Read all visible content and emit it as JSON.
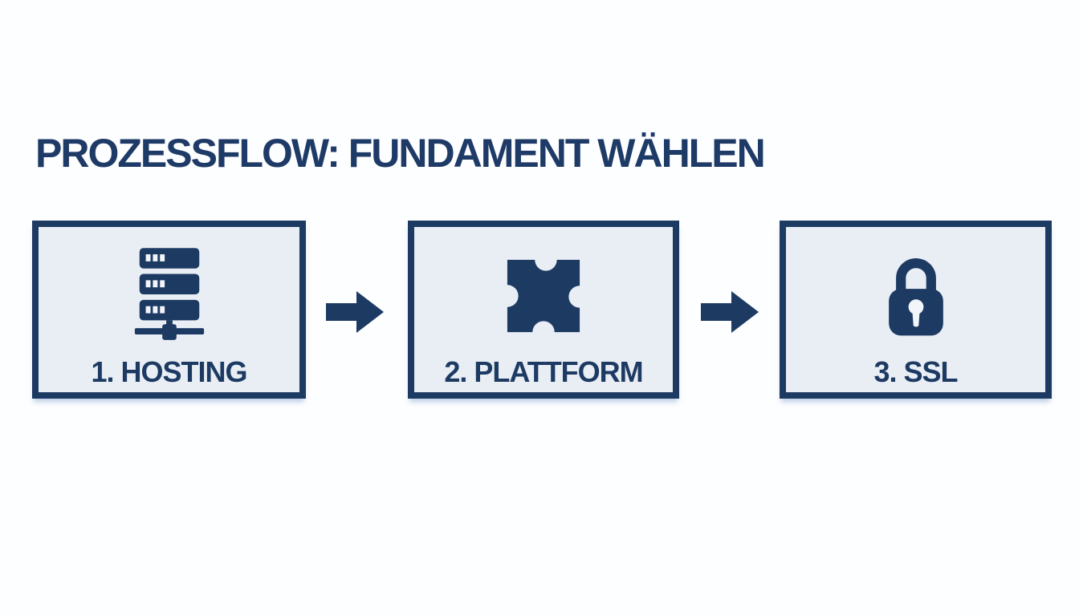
{
  "title": "PROZESSFLOW: FUNDAMENT WÄHLEN",
  "colors": {
    "navy": "#1d3a63",
    "title_navy": "#1e3a66",
    "box_bg": "#e9eef5",
    "page_bg": "#fdfeff"
  },
  "steps": [
    {
      "label": "1. HOSTING",
      "icon": "server-icon"
    },
    {
      "label": "2. PLATTFORM",
      "icon": "puzzle-icon"
    },
    {
      "label": "3. SSL",
      "icon": "lock-icon"
    }
  ],
  "arrows": [
    {
      "icon": "arrow-right-icon"
    },
    {
      "icon": "arrow-right-icon"
    }
  ]
}
